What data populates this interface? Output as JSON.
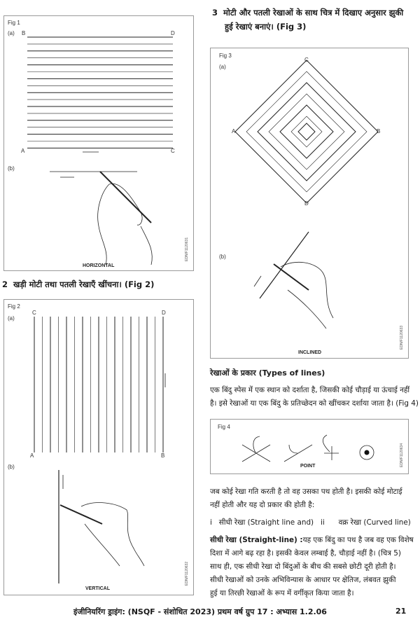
{
  "section3": {
    "num": "3",
    "line1": "मोटी और पतली रेखाओं के साथ चित्र में दिखाए अनुसार झुकी",
    "line2": "हुई रेखाएं बनाएं। (Fig 3)"
  },
  "section2": {
    "num": "2",
    "text": "खड़ी मोटी तथा पतली रेखाएँ खींचना। (Fig 2)"
  },
  "fig1": {
    "title": "Fig 1",
    "a": "(a)",
    "b": "(b)",
    "pB": "B",
    "pD": "D",
    "pA": "A",
    "pC": "C",
    "caption": "HORIZONTAL",
    "code": "EDN/F1120631"
  },
  "fig2": {
    "title": "Fig 2",
    "a": "(a)",
    "b": "(b)",
    "pC": "C",
    "pD": "D",
    "pA": "A",
    "pB": "B",
    "caption": "VERTICAL",
    "code": "EDN/F1120632"
  },
  "fig3": {
    "title": "Fig 3",
    "a": "(a)",
    "b": "(b)",
    "pC": "C",
    "pA": "A",
    "pB": "B",
    "pD": "D",
    "caption": "INCLINED",
    "code": "EDN/F1120633"
  },
  "fig4": {
    "title": "Fig 4",
    "caption": "POINT",
    "code": "EDN/F1120634"
  },
  "types": {
    "heading": "रेखाओं के प्रकार (Types of lines)",
    "p1_l1": "एक बिंदु स्पेस में एक स्थान को दर्शाता है, जिसकी कोई चौड़ाई या ऊंचाई नहीं",
    "p1_l2": "है। इसे रेखाओं या एक बिंदु के प्रतिच्छेदन को खींचकर दर्शाया जाता है। (Fig 4)",
    "p2_l1": "जब कोई रेखा गति करती है तो वह उसका पथ होती है। इसकी कोई मोटाई",
    "p2_l2": "नहीं होती और यह दो प्रकार की होती है:",
    "list_i": "i   सीधी रेखा (Straight line and)",
    "list_ii": "ii      वक्र रेखा (Curved line)",
    "straight_bold": "सीधी रेखा (Straight-line) :",
    "s_l1": "यह एक बिंदु का पथ है जब वह एक विशेष",
    "s_l2": "दिशा में आगे बढ़ रहा है। इसकी केवल लम्बाई है, चौड़ाई नहीं है। (चित्र 5)",
    "s_l3": "साथ ही, एक सीधी रेखा दो बिंदुओं के बीच की सबसे छोटी दूरी होती है।",
    "s_l4": "सीधी रेखाओं को उनके अभिविन्यास के आधार पर क्षेतिज, लंबवत झुकी",
    "s_l5": "हुई या तिरछी रेखाओं के रूप में वर्गीकृत किया जाता है।"
  },
  "footer": {
    "text": "इंजीनियरिंग ड्राइंग: (NSQF - संशोधित 2023) प्रथम वर्ष ग्रुप 17 : अभ्यास 1.2.06",
    "page": "21"
  }
}
